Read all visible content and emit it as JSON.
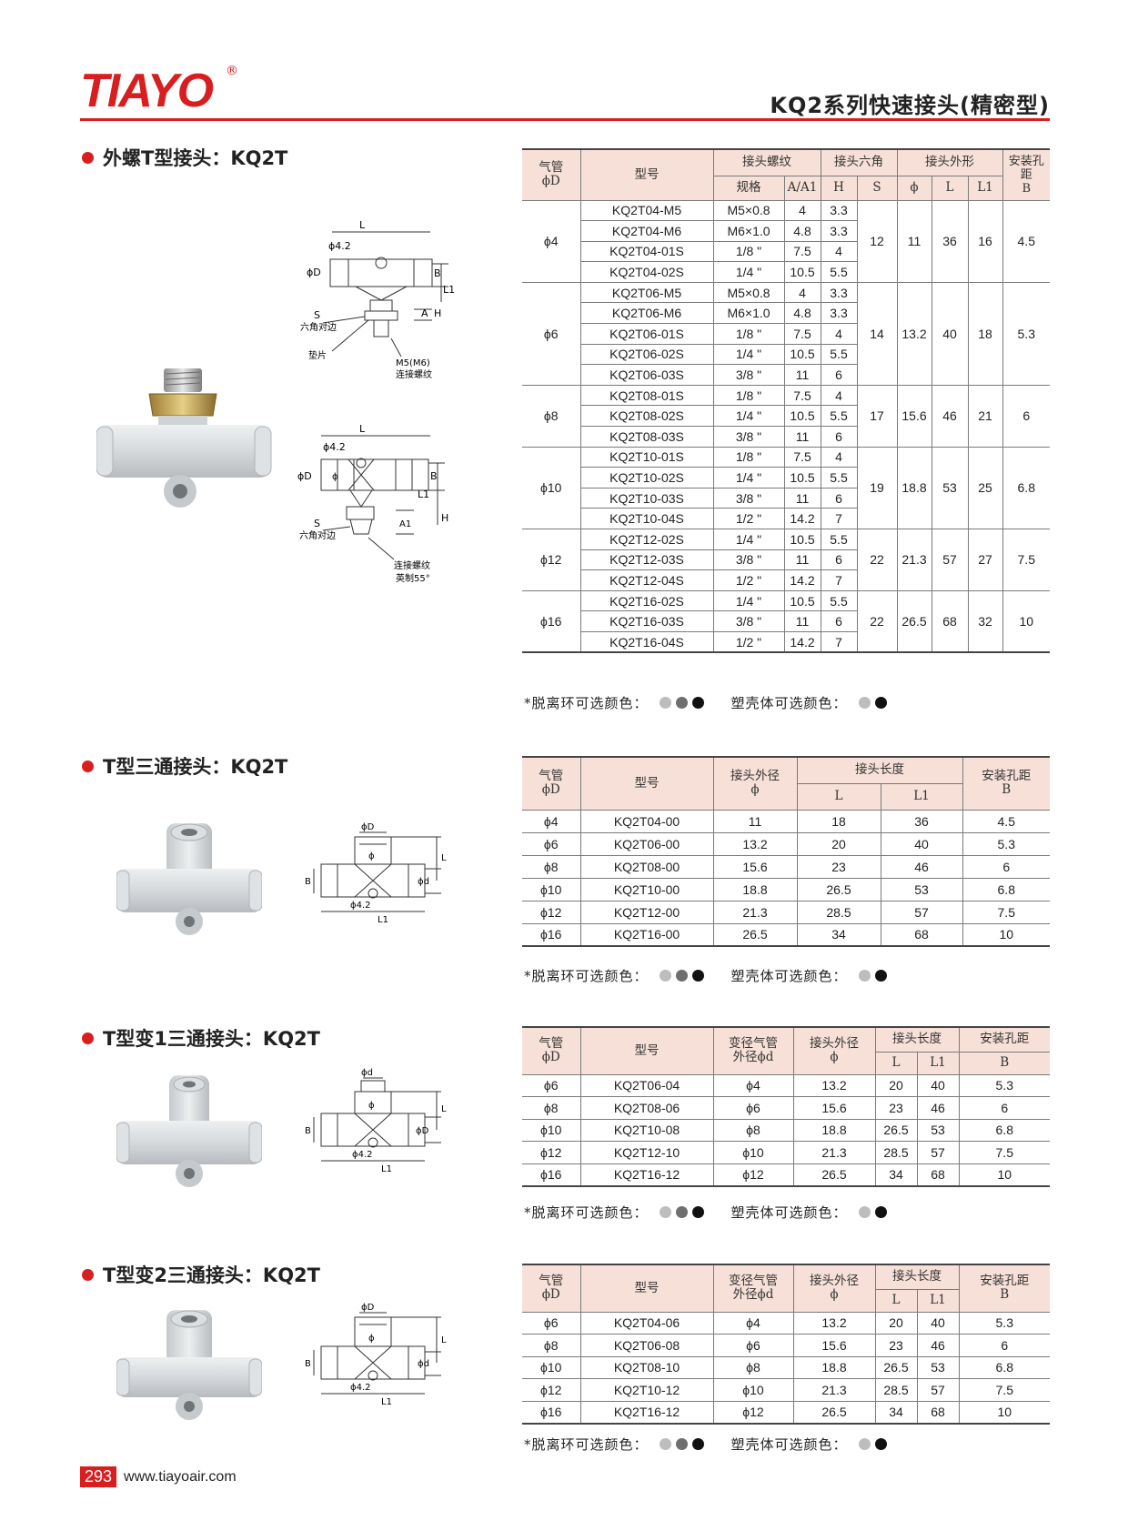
{
  "header": {
    "logo": "TIAYO",
    "logo_reg": "®",
    "page_title": "KQ2系列快速接头(精密型)"
  },
  "colors": {
    "accent": "#d81e1e",
    "header_fill": "#f7e0d7",
    "dot_light": "#bdbdbd",
    "dot_mid": "#6e6e6e",
    "dot_dark": "#111111"
  },
  "color_note": {
    "ring_label": "*脱离环可选颜色：",
    "body_label": "塑壳体可选颜色："
  },
  "section1": {
    "title": "外螺T型接头：KQ2T",
    "drawing_labels": {
      "L": "L",
      "phi42": "ϕ4.2",
      "phiD": "ϕD",
      "B": "B",
      "L1": "L1",
      "H": "H",
      "A": "A",
      "S": "S",
      "hex": "六角对边",
      "washer": "垫片",
      "m5": "M5(M6)",
      "thread": "连接螺纹",
      "phi": "ϕ",
      "A1": "A1",
      "thread2": "连接螺纹",
      "british": "英制55°"
    },
    "headers": {
      "tube": "气管",
      "phiD": "ϕD",
      "model": "型号",
      "thread": "接头螺纹",
      "spec": "规格",
      "aa1": "A/A1",
      "hex": "接头六角",
      "h": "H",
      "s": "S",
      "outer": "接头外形",
      "phi": "ϕ",
      "l": "L",
      "l1": "L1",
      "mount": "安装孔距",
      "b": "B"
    },
    "groups": [
      {
        "d": "ϕ4",
        "s": "12",
        "phi": "11",
        "l": "36",
        "l1": "16",
        "b": "4.5",
        "rows": [
          {
            "model": "KQ2T04-M5",
            "spec": "M5×0.8",
            "a": "4",
            "h": "3.3"
          },
          {
            "model": "KQ2T04-M6",
            "spec": "M6×1.0",
            "a": "4.8",
            "h": "3.3"
          },
          {
            "model": "KQ2T04-01S",
            "spec": "1/8 \"",
            "a": "7.5",
            "h": "4"
          },
          {
            "model": "KQ2T04-02S",
            "spec": "1/4 \"",
            "a": "10.5",
            "h": "5.5"
          }
        ]
      },
      {
        "d": "ϕ6",
        "s": "14",
        "phi": "13.2",
        "l": "40",
        "l1": "18",
        "b": "5.3",
        "rows": [
          {
            "model": "KQ2T06-M5",
            "spec": "M5×0.8",
            "a": "4",
            "h": "3.3"
          },
          {
            "model": "KQ2T06-M6",
            "spec": "M6×1.0",
            "a": "4.8",
            "h": "3.3"
          },
          {
            "model": "KQ2T06-01S",
            "spec": "1/8 \"",
            "a": "7.5",
            "h": "4"
          },
          {
            "model": "KQ2T06-02S",
            "spec": "1/4 \"",
            "a": "10.5",
            "h": "5.5"
          },
          {
            "model": "KQ2T06-03S",
            "spec": "3/8 \"",
            "a": "11",
            "h": "6"
          }
        ]
      },
      {
        "d": "ϕ8",
        "s": "17",
        "phi": "15.6",
        "l": "46",
        "l1": "21",
        "b": "6",
        "rows": [
          {
            "model": "KQ2T08-01S",
            "spec": "1/8 \"",
            "a": "7.5",
            "h": "4"
          },
          {
            "model": "KQ2T08-02S",
            "spec": "1/4 \"",
            "a": "10.5",
            "h": "5.5"
          },
          {
            "model": "KQ2T08-03S",
            "spec": "3/8 \"",
            "a": "11",
            "h": "6"
          }
        ]
      },
      {
        "d": "ϕ10",
        "s": "19",
        "phi": "18.8",
        "l": "53",
        "l1": "25",
        "b": "6.8",
        "rows": [
          {
            "model": "KQ2T10-01S",
            "spec": "1/8 \"",
            "a": "7.5",
            "h": "4"
          },
          {
            "model": "KQ2T10-02S",
            "spec": "1/4 \"",
            "a": "10.5",
            "h": "5.5"
          },
          {
            "model": "KQ2T10-03S",
            "spec": "3/8 \"",
            "a": "11",
            "h": "6"
          },
          {
            "model": "KQ2T10-04S",
            "spec": "1/2 \"",
            "a": "14.2",
            "h": "7"
          }
        ]
      },
      {
        "d": "ϕ12",
        "s": "22",
        "phi": "21.3",
        "l": "57",
        "l1": "27",
        "b": "7.5",
        "rows": [
          {
            "model": "KQ2T12-02S",
            "spec": "1/4 \"",
            "a": "10.5",
            "h": "5.5"
          },
          {
            "model": "KQ2T12-03S",
            "spec": "3/8 \"",
            "a": "11",
            "h": "6"
          },
          {
            "model": "KQ2T12-04S",
            "spec": "1/2 \"",
            "a": "14.2",
            "h": "7"
          }
        ]
      },
      {
        "d": "ϕ16",
        "s": "22",
        "phi": "26.5",
        "l": "68",
        "l1": "32",
        "b": "10",
        "rows": [
          {
            "model": "KQ2T16-02S",
            "spec": "1/4 \"",
            "a": "10.5",
            "h": "5.5"
          },
          {
            "model": "KQ2T16-03S",
            "spec": "3/8 \"",
            "a": "11",
            "h": "6"
          },
          {
            "model": "KQ2T16-04S",
            "spec": "1/2 \"",
            "a": "14.2",
            "h": "7"
          }
        ]
      }
    ]
  },
  "section2": {
    "title": "T型三通接头：KQ2T",
    "drawing_labels": {
      "phiD": "ϕD",
      "phi": "ϕ",
      "B": "B",
      "d": "ϕd",
      "L": "L",
      "phi42": "ϕ4.2",
      "L1": "L1"
    },
    "headers": {
      "tube": "气管",
      "phiD": "ϕD",
      "model": "型号",
      "outer": "接头外径",
      "phi": "ϕ",
      "len": "接头长度",
      "l": "L",
      "l1": "L1",
      "mount": "安装孔距",
      "b": "B"
    },
    "rows": [
      {
        "d": "ϕ4",
        "model": "KQ2T04-00",
        "phi": "11",
        "l": "18",
        "l1": "36",
        "b": "4.5"
      },
      {
        "d": "ϕ6",
        "model": "KQ2T06-00",
        "phi": "13.2",
        "l": "20",
        "l1": "40",
        "b": "5.3"
      },
      {
        "d": "ϕ8",
        "model": "KQ2T08-00",
        "phi": "15.6",
        "l": "23",
        "l1": "46",
        "b": "6"
      },
      {
        "d": "ϕ10",
        "model": "KQ2T10-00",
        "phi": "18.8",
        "l": "26.5",
        "l1": "53",
        "b": "6.8"
      },
      {
        "d": "ϕ12",
        "model": "KQ2T12-00",
        "phi": "21.3",
        "l": "28.5",
        "l1": "57",
        "b": "7.5"
      },
      {
        "d": "ϕ16",
        "model": "KQ2T16-00",
        "phi": "26.5",
        "l": "34",
        "l1": "68",
        "b": "10"
      }
    ]
  },
  "section3": {
    "title": "T型变1三通接头：KQ2T",
    "drawing_labels": {
      "phid": "ϕd",
      "phi": "ϕ",
      "B": "B",
      "D": "ϕD",
      "L": "L",
      "phi42": "ϕ4.2",
      "L1": "L1"
    },
    "headers": {
      "tube": "气管",
      "phiD": "ϕD",
      "model": "型号",
      "var1": "变径气管",
      "var2": "外径ϕd",
      "outer": "接头外径",
      "phi": "ϕ",
      "len": "接头长度",
      "l": "L",
      "l1": "L1",
      "mount": "安装孔距",
      "b": "B"
    },
    "rows": [
      {
        "d": "ϕ6",
        "model": "KQ2T06-04",
        "vd": "ϕ4",
        "phi": "13.2",
        "l": "20",
        "l1": "40",
        "b": "5.3"
      },
      {
        "d": "ϕ8",
        "model": "KQ2T08-06",
        "vd": "ϕ6",
        "phi": "15.6",
        "l": "23",
        "l1": "46",
        "b": "6"
      },
      {
        "d": "ϕ10",
        "model": "KQ2T10-08",
        "vd": "ϕ8",
        "phi": "18.8",
        "l": "26.5",
        "l1": "53",
        "b": "6.8"
      },
      {
        "d": "ϕ12",
        "model": "KQ2T12-10",
        "vd": "ϕ10",
        "phi": "21.3",
        "l": "28.5",
        "l1": "57",
        "b": "7.5"
      },
      {
        "d": "ϕ16",
        "model": "KQ2T16-12",
        "vd": "ϕ12",
        "phi": "26.5",
        "l": "34",
        "l1": "68",
        "b": "10"
      }
    ]
  },
  "section4": {
    "title": "T型变2三通接头：KQ2T",
    "drawing_labels": {
      "phiD": "ϕD",
      "phi": "ϕ",
      "B": "B",
      "d": "ϕd",
      "L": "L",
      "phi42": "ϕ4.2",
      "L1": "L1"
    },
    "headers": {
      "tube": "气管",
      "phiD": "ϕD",
      "model": "型号",
      "var1": "变径气管",
      "var2": "外径ϕd",
      "outer": "接头外径",
      "phi": "ϕ",
      "len": "接头长度",
      "l": "L",
      "l1": "L1",
      "mount": "安装孔距",
      "b": "B"
    },
    "rows": [
      {
        "d": "ϕ6",
        "model": "KQ2T04-06",
        "vd": "ϕ4",
        "phi": "13.2",
        "l": "20",
        "l1": "40",
        "b": "5.3"
      },
      {
        "d": "ϕ8",
        "model": "KQ2T06-08",
        "vd": "ϕ6",
        "phi": "15.6",
        "l": "23",
        "l1": "46",
        "b": "6"
      },
      {
        "d": "ϕ10",
        "model": "KQ2T08-10",
        "vd": "ϕ8",
        "phi": "18.8",
        "l": "26.5",
        "l1": "53",
        "b": "6.8"
      },
      {
        "d": "ϕ12",
        "model": "KQ2T10-12",
        "vd": "ϕ10",
        "phi": "21.3",
        "l": "28.5",
        "l1": "57",
        "b": "7.5"
      },
      {
        "d": "ϕ16",
        "model": "KQ2T16-12",
        "vd": "ϕ12",
        "phi": "26.5",
        "l": "34",
        "l1": "68",
        "b": "10"
      }
    ]
  },
  "footer": {
    "page_number": "293",
    "website": "www.tiayoair.com"
  }
}
